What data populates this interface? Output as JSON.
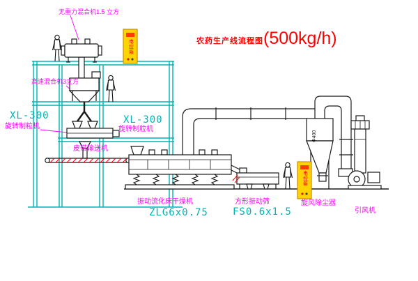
{
  "title": {
    "main": "农药生产线流程图",
    "capacity": "(500kg/h)"
  },
  "labels": {
    "no_gravity_mixer": "无重力混合机1.5 立方",
    "high_speed_mixer": "高速混合机3立方",
    "granulator_model_left": "XL-300",
    "granulator_name_left": "旋转制粒机",
    "granulator_model_right": "XL-300",
    "granulator_name_right": "旋转制粒机",
    "belt_conveyor": "皮带输送机",
    "fluid_bed_dryer": "振动流化床干燥机",
    "fluid_bed_dryer_model": "ZLG6x0.75",
    "vibrating_screen": "方形振动筛",
    "vibrating_screen_model": "FS0.6x1.5",
    "cyclone_dust_collector": "旋风除尘器",
    "induced_draft_fan": "引风机",
    "duct_diameter": "Φ400",
    "control_box": "电控箱"
  },
  "colors": {
    "structure": "#00b3b3",
    "labels": "#ff00ff",
    "title": "#ff0000",
    "lines": "#1a1a1a",
    "control_box": "#ffd300",
    "hatch": "#ff0000"
  }
}
